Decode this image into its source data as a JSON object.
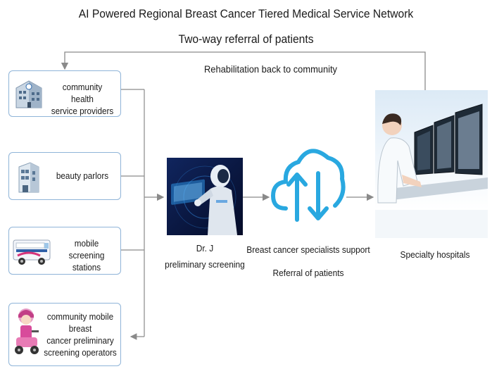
{
  "header": {
    "title": "AI Powered Regional Breast Cancer Tiered Medical Service Network",
    "subtitle": "Two-way referral of patients"
  },
  "feedback_label": "Rehabilitation  back to community",
  "providers": [
    {
      "line1": "community health",
      "line2": "service providers",
      "line3": "",
      "icon": "building-icon"
    },
    {
      "line1": "beauty parlors",
      "line2": "",
      "line3": "",
      "icon": "beauty-parlor-icon"
    },
    {
      "line1": "mobile screening",
      "line2": "stations",
      "line3": "",
      "icon": "screening-van-icon"
    },
    {
      "line1": "community mobile breast",
      "line2": "cancer preliminary",
      "line3": "screening operators",
      "icon": "operator-scooter-icon"
    }
  ],
  "drj": {
    "name": "Dr. J",
    "role": "preliminary screening",
    "icon": "robot-ai-icon"
  },
  "cloud": {
    "line1": "Breast cancer specialists support",
    "line2": "Referral of patients",
    "icon": "cloud-transfer-icon"
  },
  "hospital": {
    "label": "Specialty hospitals",
    "icon": "doctor-workstation-icon"
  },
  "colors": {
    "arrow": "#8a8a8a",
    "box_border": "#8fb4d8",
    "cloud": "#29a8e0",
    "robot_bg": "#0c1a4a"
  }
}
